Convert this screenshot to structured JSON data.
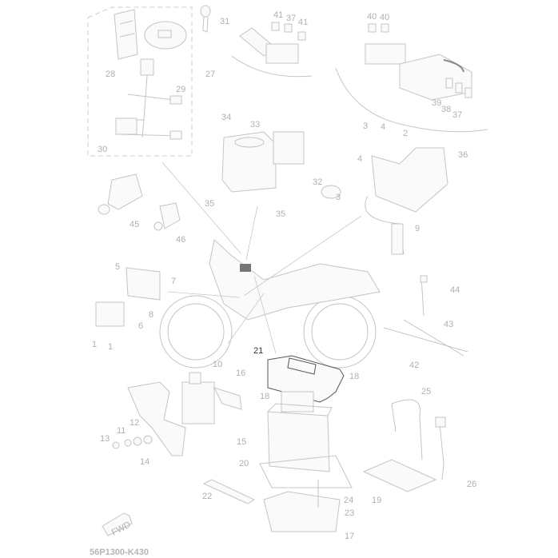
{
  "diagram": {
    "code": "56P1300-K430",
    "fwd": "FWD",
    "callouts": [
      "31",
      "27",
      "28",
      "29",
      "30",
      "41",
      "37",
      "41",
      "40",
      "40",
      "39",
      "38",
      "37",
      "36",
      "34",
      "33",
      "3",
      "4",
      "2",
      "4",
      "3",
      "32",
      "35",
      "35",
      "45",
      "46",
      "9",
      "5",
      "7",
      "44",
      "8",
      "6",
      "1",
      "1",
      "43",
      "42",
      "21",
      "18",
      "10",
      "16",
      "18",
      "25",
      "12",
      "11",
      "13",
      "14",
      "15",
      "20",
      "26",
      "22",
      "24",
      "19",
      "23",
      "17"
    ],
    "colors": {
      "line": "#c4c4c4",
      "label": "#b0b0b0",
      "highlight": "#333333"
    }
  }
}
